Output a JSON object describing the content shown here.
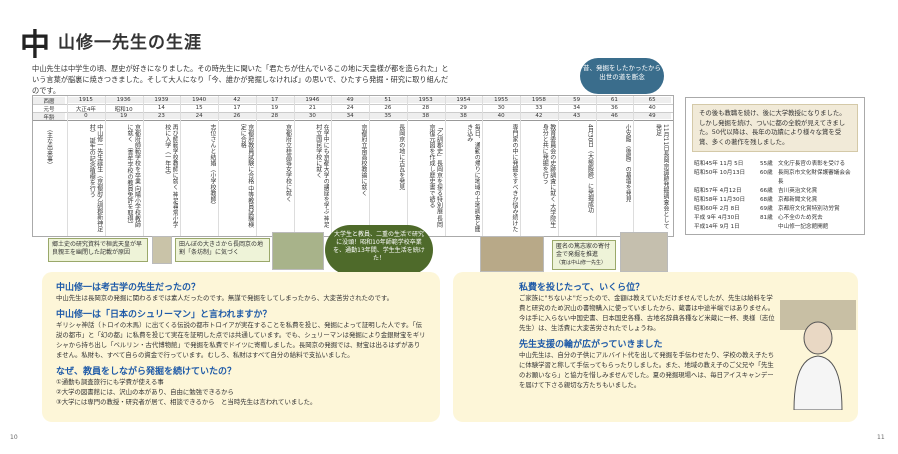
{
  "header": {
    "title_char": "中",
    "title_rest": "山修一先生の生涯"
  },
  "intro": "中山先生は中学生の頃、歴史が好きになりました。その時先生に聞いた「君たちが住んでいるこの地に天皇様が都を造られた」という言葉が脳裏に焼きつきました。そして大人になり「今、誰かが発掘しなければ」の思いで、ひたすら発掘・研究に取り組んだのです。",
  "timeline": {
    "row_labels": [
      "西暦",
      "元号",
      "年齢"
    ],
    "side_label": "（主な出来事）",
    "columns": [
      {
        "year": "1915",
        "era": "大正4年",
        "age": "0",
        "event": "中山修一先生誕生（京都府乙訓郡新神足村）\n誕生の記念植樹を行う"
      },
      {
        "year": "1936",
        "era": "昭和10",
        "age": "19",
        "event": "京都府師範学校を卒業\n向陽小学校教師に就く\n（青年学校の教員免許を取得）"
      },
      {
        "year": "1939",
        "era": "14",
        "age": "23",
        "event": "再び師範学校教師に就く\n神足尋常小学校に入学（一年生）"
      },
      {
        "year": "1940",
        "era": "15",
        "age": "24",
        "event": "志位さんと結婚（小学校教師）"
      },
      {
        "year": "42",
        "era": "17",
        "age": "26",
        "event": "京都府教員試験に合格\n中等教員試験検定に合格"
      },
      {
        "year": "17",
        "era": "19",
        "age": "28",
        "event": "京都府立桂高等女学校に就く"
      },
      {
        "year": "1946",
        "era": "21",
        "age": "30",
        "event": "在学中にも京都大学の講座を学ぶ\n神足村立国民学校に就く"
      },
      {
        "year": "49",
        "era": "24",
        "age": "34",
        "event": "京都府立南高校教諭に就く"
      },
      {
        "year": "51",
        "era": "26",
        "age": "35",
        "event": "長岡京の地に古瓦を発見"
      },
      {
        "year": "1953",
        "era": "28",
        "age": "38",
        "event": "「乙訓郡史」長岡京を探る特別展\n長岡京復元図を作成し歴史書で語る"
      },
      {
        "year": "1954",
        "era": "29",
        "age": "38",
        "event": "毎日、通勤の帰りに地域の土地調査と聞き込み"
      },
      {
        "year": "1955",
        "era": "30",
        "age": "40",
        "event": "専門家の中に発掘をすべきか悩み続けた"
      },
      {
        "year": "1958",
        "era": "33",
        "age": "42",
        "event": "教育委員会の史跡調査に就く\n大学院生身分と共に発掘を行う"
      },
      {
        "year": "59",
        "era": "34",
        "age": "43",
        "event": "4月30日（大極殿跡）に発掘成功"
      },
      {
        "year": "61",
        "era": "36",
        "age": "46",
        "event": "小安殿（後殿）の基壇を発見"
      },
      {
        "year": "65",
        "era": "40",
        "age": "49",
        "event": "11月11日長岡京遺跡発掘調査会として発足"
      }
    ]
  },
  "honors": {
    "intro": "その後も教職を続け、後に大学教授になりました。しかし発掘を続け、ついに都の全貌が見えてきました。50代以降は、長年の功績により様々な賞を受賞、多くの著作を残しました。",
    "list": [
      {
        "date": "昭和45年 11月 5日",
        "age": "55歳",
        "item": "文化庁長官の表彰を受ける"
      },
      {
        "date": "昭和50年 10月13日",
        "age": "60歳",
        "item": "長岡京市文化財保護審議会会長"
      },
      {
        "date": "昭和57年 4月12日",
        "age": "66歳",
        "item": "吉川英治文化賞"
      },
      {
        "date": "昭和58年 11月30日",
        "age": "68歳",
        "item": "京都新聞文化賞"
      },
      {
        "date": "昭和60年 2月 8日",
        "age": "69歳",
        "item": "京都府文化賞特別功労賞"
      },
      {
        "date": "平成 9年 4月30日",
        "age": "81歳",
        "item": "心不全のため死去"
      },
      {
        "date": "平成14年 9月 1日",
        "age": "",
        "item": "中山修一記念館開館"
      }
    ]
  },
  "callouts": {
    "top_right": "昔、発掘をしたかったから出世の道を断念",
    "left_box": "郷土史の研究資料で桓武天皇が早良親王を幽閉した記載が原因",
    "mid_box": "田んぼの大きさから長岡京の地割「条坊制」に気づく",
    "bubble": "大学生と教員、二重の生活で研究に没頭！昭和10年師範学校卒業を、通勤13年間、学生生活を続けた！",
    "right_box": "匿名の篤志家の寄付金で発掘を推進",
    "right_box_sub": "（寛は中山修一先生）"
  },
  "qa_left": [
    {
      "q": "中山修一は考古学の先生だったの？",
      "a": "中山先生は長岡京の発掘に関わるまでは素人だったのです。無謀で発掘をしてしまったから、大変苦労されたのです。"
    },
    {
      "q": "中山修一は「日本のシュリーマン」と言われますか？",
      "a": "ギリシャ神話（トロイの木馬）に出てくる伝説の都市トロイアが実在することを私費を投じ、発掘によって証明した人です。「伝説の都市」と「幻の都」に私費を投じて実在を証明した点では共通しています。でも、シュリーマンは発掘により金銀財宝をギリシャから持ち出し「ベルリン・古代博物館」で発掘を私費でドイツに寄贈しました。長岡京の発掘では、財宝は出るはずがありません。私財も、すべて自らの資金で行っています。むしろ、私財はすべて自分の給料で支払いました。"
    },
    {
      "q": "なぜ、教員をしながら発掘を続けていたの？",
      "a": "①通勤も調査旅行にも学費が使える事\n②大学の図書館には、沢山の本があり、自由に勉強できるから\n③大学には専門の教授・研究者が居て、相談できるから　と当時先生は言われていました。"
    }
  ],
  "qa_right": [
    {
      "q": "私費を投じたって、いくら位？",
      "a": "ご家族に\"ちないよ\"だったので、金額は教えていただけませんでしたが、先生は給料を学費と研究のため沢山の書物購入に使っていましたから、蔵書は中途半端ではありません。今は手に入らない中国史書、日本国史各種、古地名辞典各種など米蔵に一杯、奥様（志位先生）は、生活費に大変苦労されたでしょうね。"
    },
    {
      "q": "先生支援の輪が広がっていきました",
      "a": "中山先生は、自分の子供にアルバイト代を出して発掘を手伝わせたり、学校の教え子たちに体験学習と称して手伝ってもらったりしました。また、地域の教え子のご父兄や「先生のお願いなら」と協力を惜しみませんでした。夏の発掘現場へは、毎日アイスキャンデーを届けて下さる親切な方たちもいました。"
    }
  ],
  "pages": {
    "left": "10",
    "right": "11"
  }
}
